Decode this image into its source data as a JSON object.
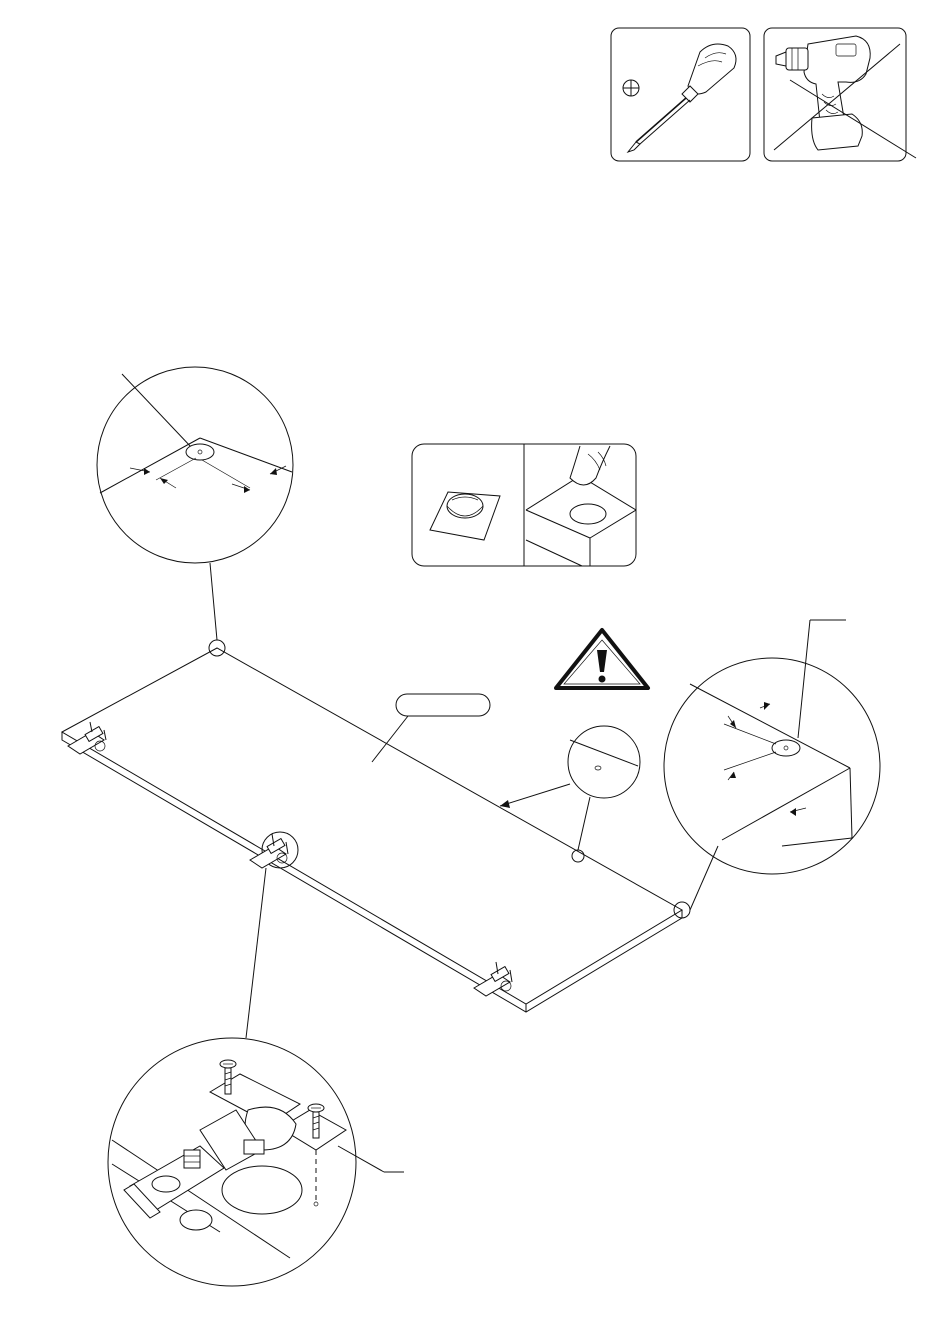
{
  "tools": [
    {
      "name": "phillips-screwdriver",
      "allowed": true,
      "icon": "screwdriver-icon"
    },
    {
      "name": "power-drill",
      "allowed": false,
      "icon": "drill-icon"
    }
  ],
  "callouts": {
    "part_label": "",
    "hinge_screw_label": ""
  },
  "warning_icon": "warning-icon",
  "bumper_pad_steps": [
    "peel-off",
    "press-on"
  ]
}
